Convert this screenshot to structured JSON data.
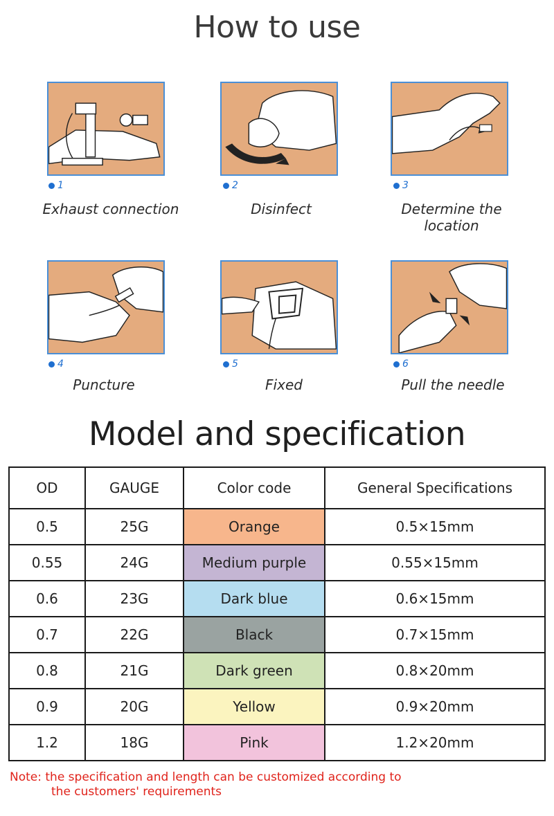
{
  "how_to_use": {
    "title": "How to use",
    "steps": [
      {
        "number": "1",
        "caption": "Exhaust connection"
      },
      {
        "number": "2",
        "caption": "Disinfect"
      },
      {
        "number": "3",
        "caption_line1": "Determine the",
        "caption_line2": "location"
      },
      {
        "number": "4",
        "caption": "Puncture"
      },
      {
        "number": "5",
        "caption": "Fixed"
      },
      {
        "number": "6",
        "caption": "Pull the needle"
      }
    ]
  },
  "spec": {
    "title": "Model and specification",
    "headers": [
      "OD",
      "GAUGE",
      "Color code",
      "General Specifications"
    ],
    "rows": [
      {
        "od": "0.5",
        "gauge": "25G",
        "color": "Orange",
        "swatch": "#f7b68c",
        "spec": "0.5×15mm"
      },
      {
        "od": "0.55",
        "gauge": "24G",
        "color": "Medium purple",
        "swatch": "#c4b5d3",
        "spec": "0.55×15mm"
      },
      {
        "od": "0.6",
        "gauge": "23G",
        "color": "Dark blue",
        "swatch": "#b5ddf0",
        "spec": "0.6×15mm"
      },
      {
        "od": "0.7",
        "gauge": "22G",
        "color": "Black",
        "swatch": "#9aa3a1",
        "spec": "0.7×15mm"
      },
      {
        "od": "0.8",
        "gauge": "21G",
        "color": "Dark green",
        "swatch": "#cfe2b6",
        "spec": "0.8×20mm"
      },
      {
        "od": "0.9",
        "gauge": "20G",
        "color": "Yellow",
        "swatch": "#fbf4bf",
        "spec": "0.9×20mm"
      },
      {
        "od": "1.2",
        "gauge": "18G",
        "color": "Pink",
        "swatch": "#f2c3dc",
        "spec": "1.2×20mm"
      }
    ]
  },
  "note": {
    "line1": "Note: the specification and length can be customized according to",
    "line2": "the customers' requirements"
  },
  "colors": {
    "accent_blue": "#1f6fd0",
    "frame_blue": "#4a8fd6",
    "illustration_bg": "#e4ab7e",
    "note_red": "#e0231b"
  }
}
